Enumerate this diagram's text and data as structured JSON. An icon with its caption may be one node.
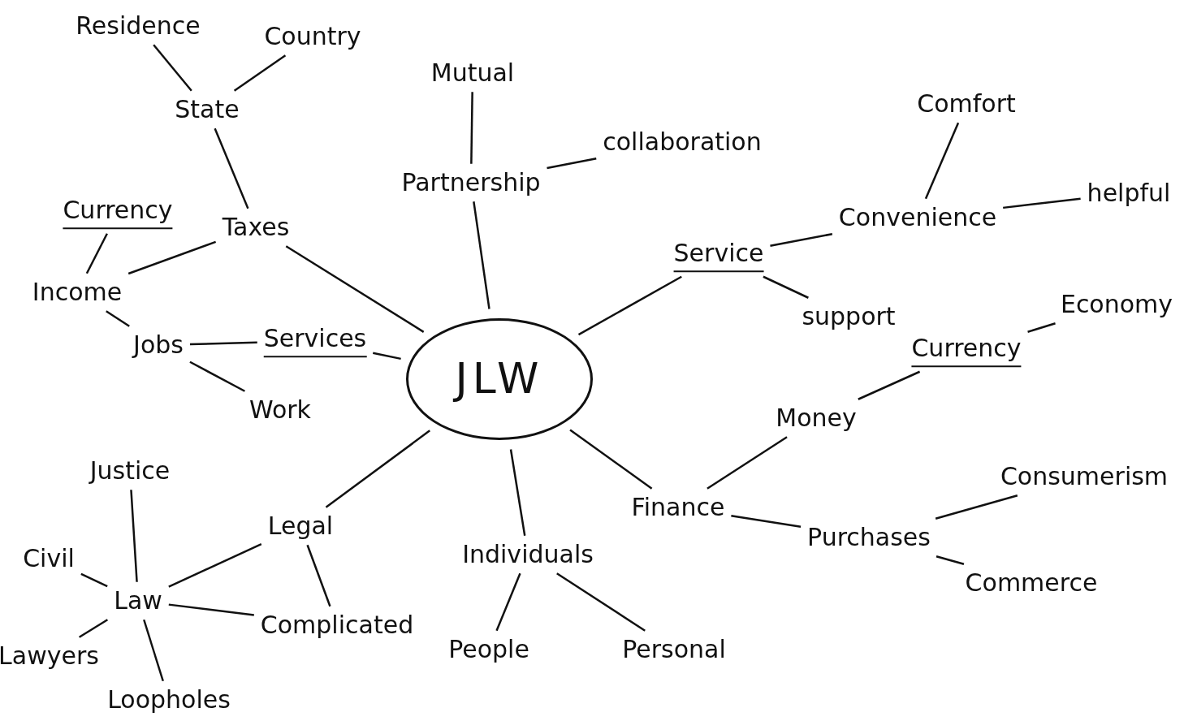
{
  "diagram": {
    "nodes": [
      {
        "text": [
          "Residence"
        ]
      },
      {
        "text": [
          "Country"
        ]
      },
      {
        "text": [
          "State"
        ]
      },
      {
        "text": [
          "Mutual"
        ]
      },
      {
        "text": [
          "Partnership"
        ]
      },
      {
        "text": [
          "collaboration"
        ]
      },
      {
        "text": [
          "Comfort"
        ]
      },
      {
        "text": [
          "Taxes"
        ]
      },
      {
        "text": [
          "Currency"
        ]
      },
      {
        "text": [
          "Income"
        ]
      },
      {
        "text": [
          "Jobs"
        ]
      },
      {
        "text": [
          "Services"
        ]
      },
      {
        "text": [
          "Work"
        ]
      },
      {
        "text": [
          "Convenience"
        ]
      },
      {
        "text": [
          "helpful"
        ]
      },
      {
        "text": [
          "Service"
        ]
      },
      {
        "text": [
          "support"
        ]
      },
      {
        "text": [
          "JLW"
        ]
      },
      {
        "text": [
          "Currency"
        ]
      },
      {
        "text": [
          "Economy"
        ]
      },
      {
        "text": [
          "Money"
        ]
      },
      {
        "text": [
          "Finance"
        ]
      },
      {
        "text": [
          "Justice"
        ]
      },
      {
        "text": [
          "Legal"
        ]
      },
      {
        "text": [
          "Civil"
        ]
      },
      {
        "text": [
          "Law"
        ]
      },
      {
        "text": [
          "Individuals"
        ]
      },
      {
        "text": [
          "Purchases"
        ]
      },
      {
        "text": [
          "Consumerism"
        ]
      },
      {
        "text": [
          "Commerce"
        ]
      },
      {
        "text": [
          "Complicated"
        ]
      },
      {
        "text": [
          "People"
        ]
      },
      {
        "text": [
          "Personal"
        ]
      },
      {
        "text": [
          "Lawyers"
        ]
      },
      {
        "text": [
          "Loopholes"
        ]
      }
    ],
    "edges": [
      {
        "from": 0,
        "to": 2,
        "arrow": "none"
      },
      {
        "from": 1,
        "to": 2,
        "arrow": "none"
      },
      {
        "from": 2,
        "to": 7,
        "arrow": "none"
      },
      {
        "from": 7,
        "to": 17,
        "arrow": "none"
      },
      {
        "from": 7,
        "to": 9,
        "arrow": "none"
      },
      {
        "from": 8,
        "to": 9,
        "arrow": "none"
      },
      {
        "from": 9,
        "to": 10,
        "arrow": "none"
      },
      {
        "from": 10,
        "to": 11,
        "arrow": "none"
      },
      {
        "from": 11,
        "to": 17,
        "arrow": "none"
      },
      {
        "from": 10,
        "to": 12,
        "arrow": "none"
      },
      {
        "from": 3,
        "to": 4,
        "arrow": "none"
      },
      {
        "from": 4,
        "to": 5,
        "arrow": "none"
      },
      {
        "from": 4,
        "to": 17,
        "arrow": "none"
      },
      {
        "from": 17,
        "to": 15,
        "arrow": "none"
      },
      {
        "from": 15,
        "to": 13,
        "arrow": "none"
      },
      {
        "from": 13,
        "to": 6,
        "arrow": "none"
      },
      {
        "from": 13,
        "to": 14,
        "arrow": "none"
      },
      {
        "from": 15,
        "to": 16,
        "arrow": "none"
      },
      {
        "from": 17,
        "to": 21,
        "arrow": "none"
      },
      {
        "from": 21,
        "to": 20,
        "arrow": "none"
      },
      {
        "from": 20,
        "to": 18,
        "arrow": "none"
      },
      {
        "from": 18,
        "to": 19,
        "arrow": "none"
      },
      {
        "from": 21,
        "to": 27,
        "arrow": "none"
      },
      {
        "from": 27,
        "to": 28,
        "arrow": "none"
      },
      {
        "from": 27,
        "to": 29,
        "arrow": "none"
      },
      {
        "from": 17,
        "to": 26,
        "arrow": "none"
      },
      {
        "from": 26,
        "to": 31,
        "arrow": "none"
      },
      {
        "from": 26,
        "to": 32,
        "arrow": "none"
      },
      {
        "from": 17,
        "to": 23,
        "arrow": "none"
      },
      {
        "from": 23,
        "to": 25,
        "arrow": "none"
      },
      {
        "from": 23,
        "to": 30,
        "arrow": "none"
      },
      {
        "from": 25,
        "to": 22,
        "arrow": "none"
      },
      {
        "from": 25,
        "to": 24,
        "arrow": "none"
      },
      {
        "from": 25,
        "to": 33,
        "arrow": "none"
      },
      {
        "from": 25,
        "to": 34,
        "arrow": "none"
      },
      {
        "from": 25,
        "to": 30,
        "arrow": "none"
      }
    ]
  }
}
